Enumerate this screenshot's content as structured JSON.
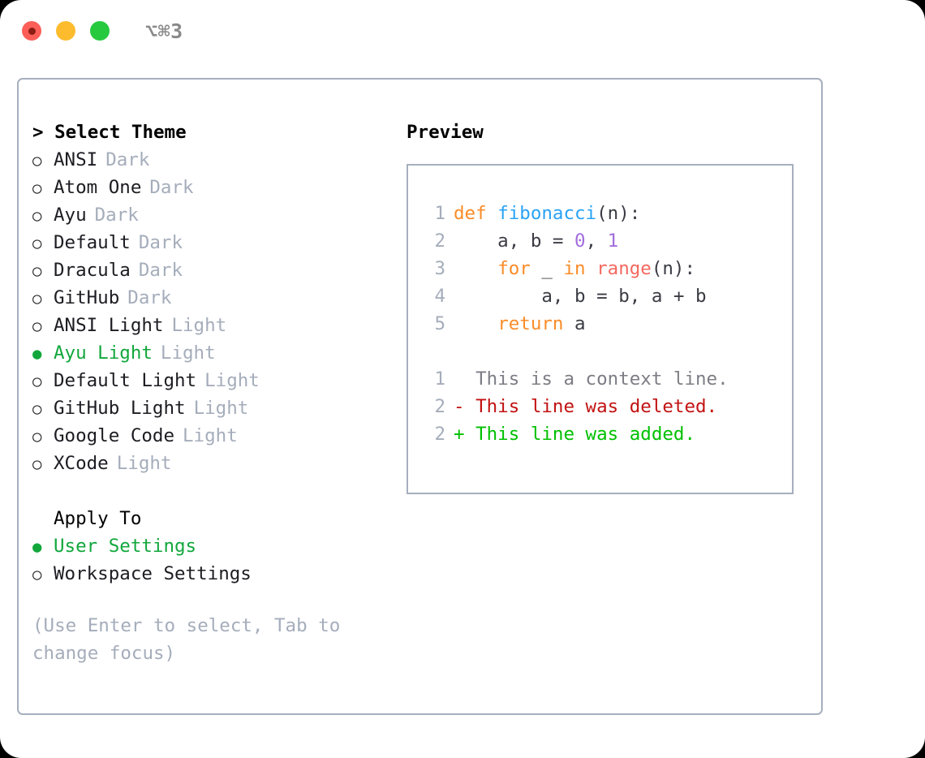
{
  "window": {
    "title": "⌥⌘3",
    "traffic_lights": [
      "close-red",
      "minimize-yellow",
      "maximize-green"
    ]
  },
  "colors": {
    "selected_green": "#12a73c",
    "tag_gray": "#a5adbb",
    "border": "#a6afbe",
    "keyword_orange": "#fa8c28",
    "function_blue": "#29a3f5",
    "number_purple": "#a26ddd",
    "builtin_red": "#f4685f",
    "diff_deleted": "#c21212",
    "diff_added": "#00c000",
    "diff_context": "#7d7d86"
  },
  "theme_section": {
    "heading": "> Select Theme",
    "items": [
      {
        "label": "ANSI",
        "tag": "Dark",
        "selected": false,
        "bullet": "○"
      },
      {
        "label": "Atom One",
        "tag": "Dark",
        "selected": false,
        "bullet": "○"
      },
      {
        "label": "Ayu",
        "tag": "Dark",
        "selected": false,
        "bullet": "○"
      },
      {
        "label": "Default",
        "tag": "Dark",
        "selected": false,
        "bullet": "○"
      },
      {
        "label": "Dracula",
        "tag": "Dark",
        "selected": false,
        "bullet": "○"
      },
      {
        "label": "GitHub",
        "tag": "Dark",
        "selected": false,
        "bullet": "○"
      },
      {
        "label": "ANSI Light",
        "tag": "Light",
        "selected": false,
        "bullet": "○"
      },
      {
        "label": "Ayu Light",
        "tag": "Light",
        "selected": true,
        "bullet": "●"
      },
      {
        "label": "Default Light",
        "tag": "Light",
        "selected": false,
        "bullet": "○"
      },
      {
        "label": "GitHub Light",
        "tag": "Light",
        "selected": false,
        "bullet": "○"
      },
      {
        "label": "Google Code",
        "tag": "Light",
        "selected": false,
        "bullet": "○"
      },
      {
        "label": "XCode",
        "tag": "Light",
        "selected": false,
        "bullet": "○"
      }
    ]
  },
  "apply_section": {
    "heading": "Apply To",
    "items": [
      {
        "label": "User Settings",
        "selected": true,
        "bullet": "●"
      },
      {
        "label": "Workspace Settings",
        "selected": false,
        "bullet": "○"
      }
    ]
  },
  "hint": "(Use Enter to select, Tab to change focus)",
  "preview": {
    "heading": "Preview",
    "code_lines": [
      {
        "number": "1",
        "tokens": [
          {
            "text": "def ",
            "cls": "tok-kw"
          },
          {
            "text": "fibonacci",
            "cls": "tok-fn"
          },
          {
            "text": "(n):",
            "cls": "tok-pl"
          }
        ]
      },
      {
        "number": "2",
        "tokens": [
          {
            "text": "    a, b = ",
            "cls": "tok-pl"
          },
          {
            "text": "0",
            "cls": "tok-num"
          },
          {
            "text": ", ",
            "cls": "tok-pl"
          },
          {
            "text": "1",
            "cls": "tok-num"
          }
        ]
      },
      {
        "number": "3",
        "tokens": [
          {
            "text": "    ",
            "cls": "tok-pl"
          },
          {
            "text": "for",
            "cls": "tok-kw"
          },
          {
            "text": " _ ",
            "cls": "tok-pl"
          },
          {
            "text": "in",
            "cls": "tok-kw"
          },
          {
            "text": " ",
            "cls": "tok-pl"
          },
          {
            "text": "range",
            "cls": "tok-bi"
          },
          {
            "text": "(n):",
            "cls": "tok-pl"
          }
        ]
      },
      {
        "number": "4",
        "tokens": [
          {
            "text": "        a, b = b, a + b",
            "cls": "tok-pl"
          }
        ]
      },
      {
        "number": "5",
        "tokens": [
          {
            "text": "    ",
            "cls": "tok-pl"
          },
          {
            "text": "return",
            "cls": "tok-kw"
          },
          {
            "text": " a",
            "cls": "tok-pl"
          }
        ]
      }
    ],
    "diff_lines": [
      {
        "number": "1",
        "marker": "  ",
        "text": "This is a context line.",
        "cls": "diff-ctx"
      },
      {
        "number": "2",
        "marker": "- ",
        "text": "This line was deleted.",
        "cls": "diff-del"
      },
      {
        "number": "2",
        "marker": "+ ",
        "text": "This line was added.",
        "cls": "diff-add"
      }
    ]
  }
}
